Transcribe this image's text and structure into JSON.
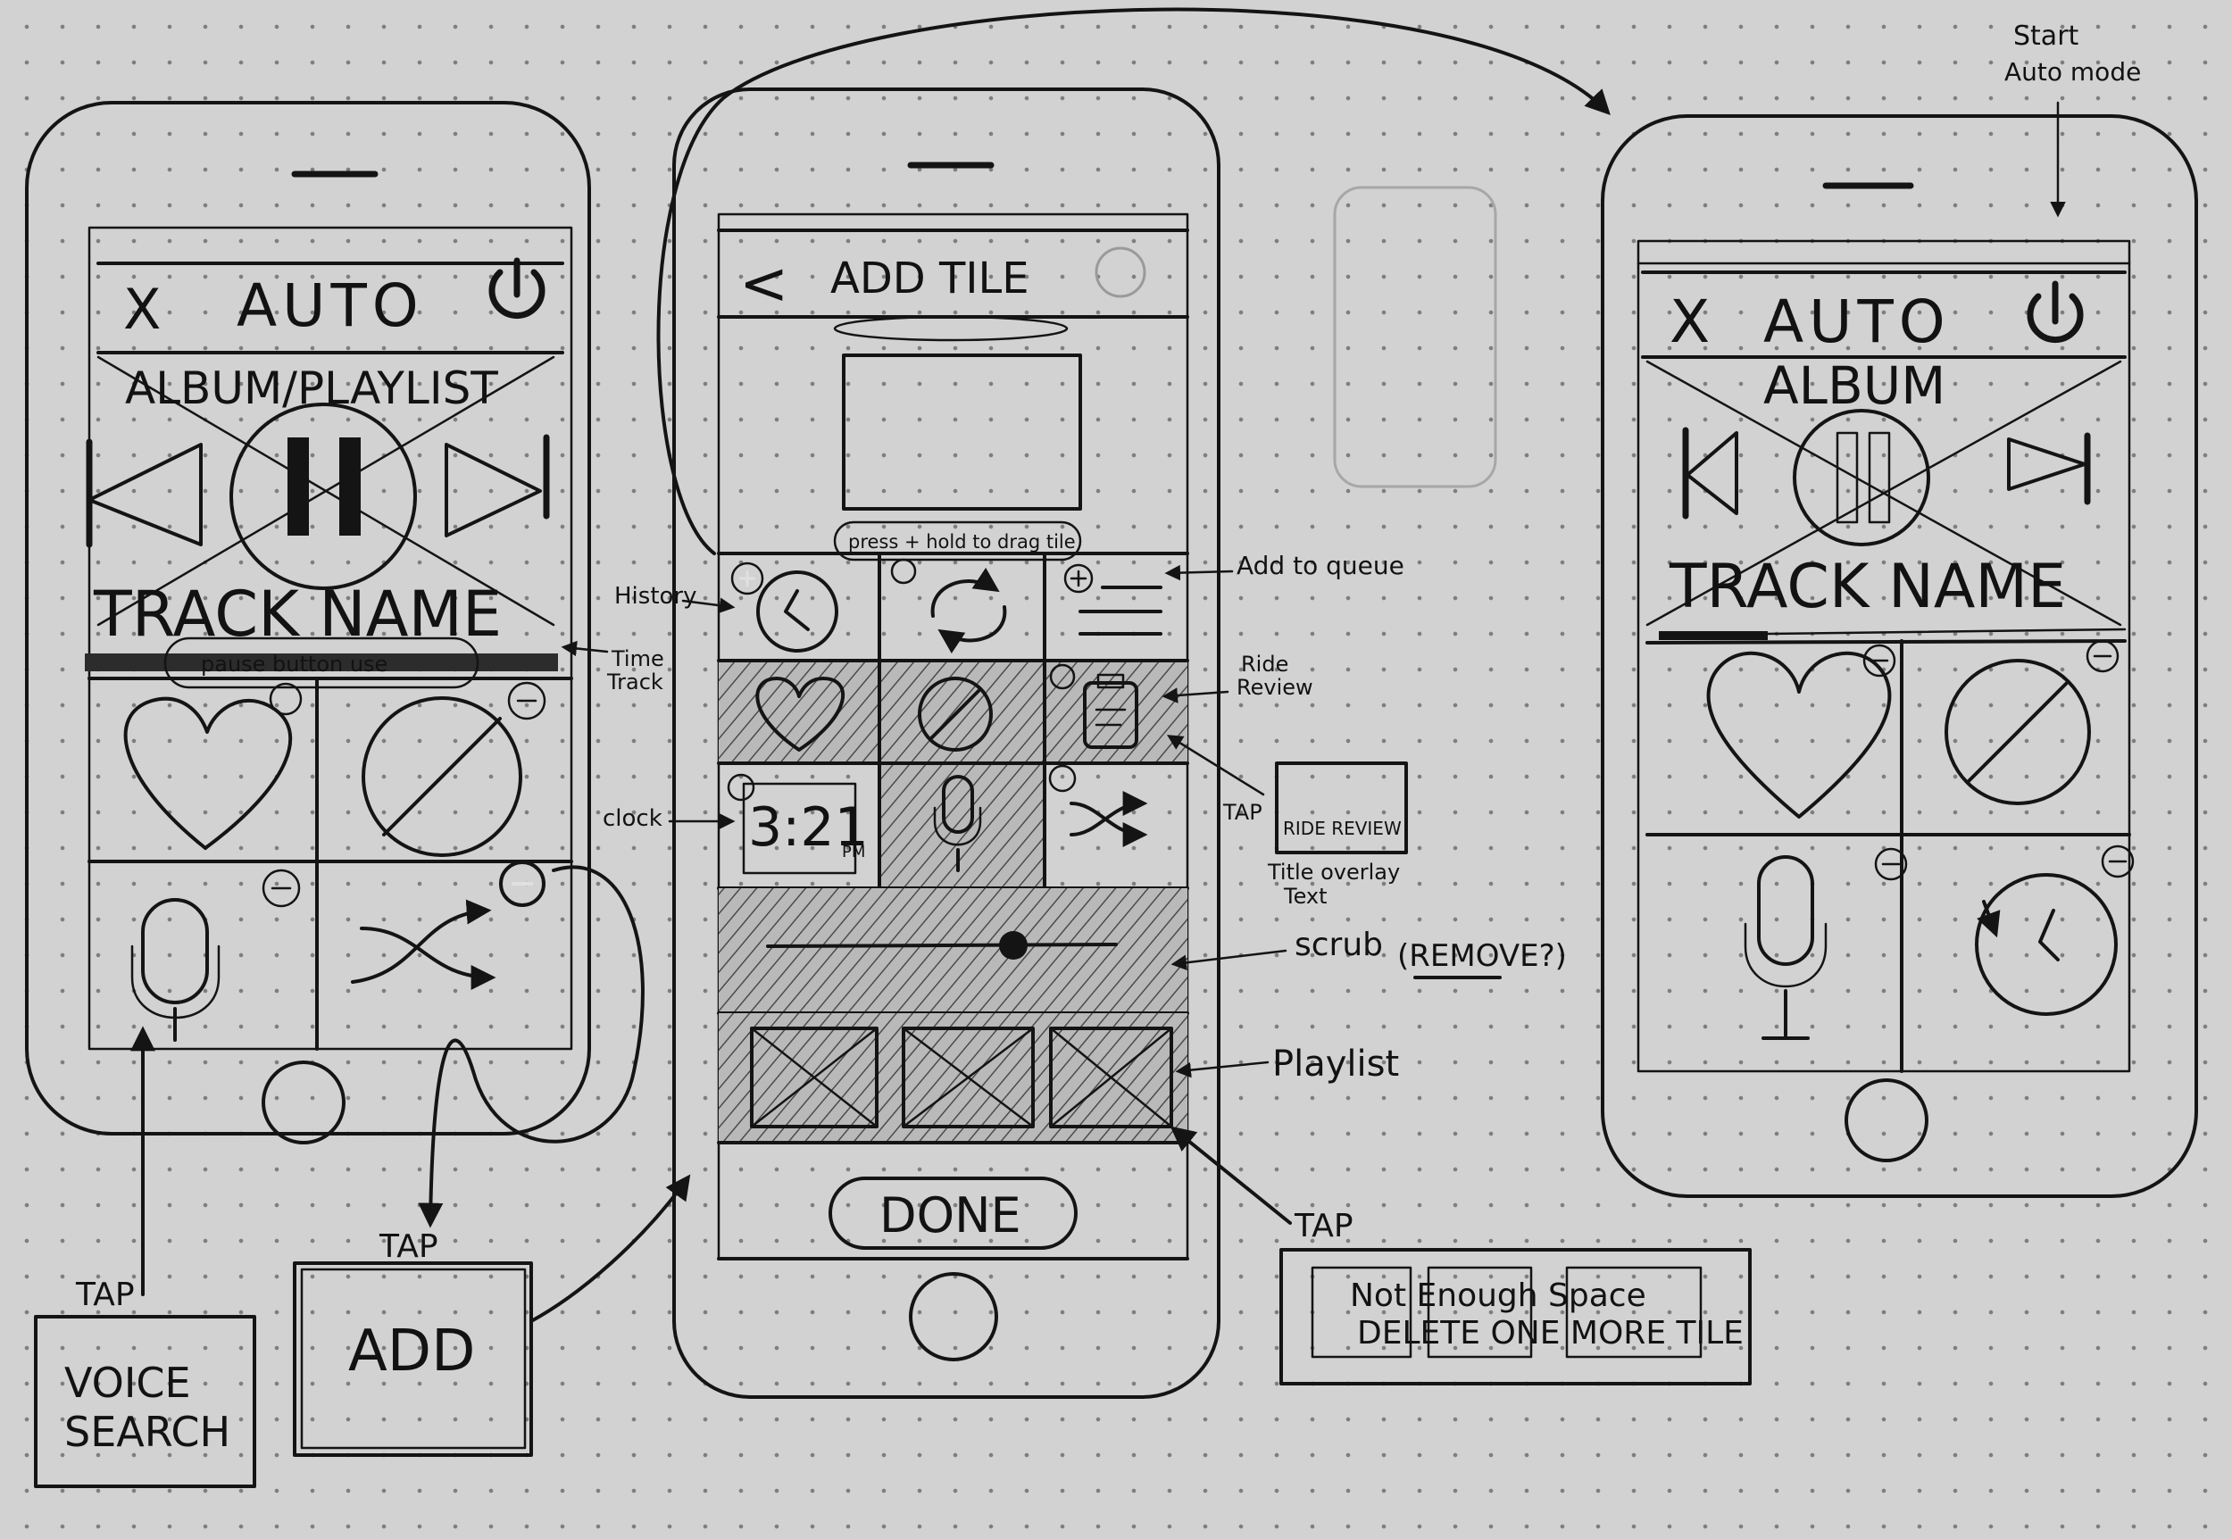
{
  "phone_left": {
    "mode_label": "AUTO",
    "close_label": "X",
    "media_label": "ALBUM/PLAYLIST",
    "track_label": "TRACK NAME",
    "time_track_note": "pause button use"
  },
  "phone_middle": {
    "back_label": "<",
    "title": "ADD TILE",
    "hint_pill": "press + hold to drag tile",
    "clock_value": "3:21",
    "clock_ampm": "PM",
    "done_label": "DONE"
  },
  "phone_right": {
    "mode_label": "AUTO",
    "close_label": "X",
    "media_label": "ALBUM",
    "track_label": "TRACK NAME"
  },
  "annotations": {
    "history": "History",
    "time_track": "Time Track",
    "clock": "clock",
    "add_to_queue": "Add to queue",
    "ride_review": "Ride Review",
    "tile_overlay": "Title overlay Text",
    "overlay_tap": "TAP",
    "ride_review_thumb": "RIDE REVIEW",
    "scrub": "scrub",
    "remove": "(REMOVE?)",
    "playlist": "Playlist",
    "playlist_tap": "TAP",
    "start_auto_line1": "Start",
    "start_auto_line2": "Auto mode"
  },
  "boxes": {
    "voice_tap": "TAP",
    "voice_line1": "VOICE",
    "voice_line2": "SEARCH",
    "add_tap": "TAP",
    "add_label": "ADD",
    "warning_line1": "Not Enough Space",
    "warning_line2": "DELETE ONE MORE TILE"
  }
}
